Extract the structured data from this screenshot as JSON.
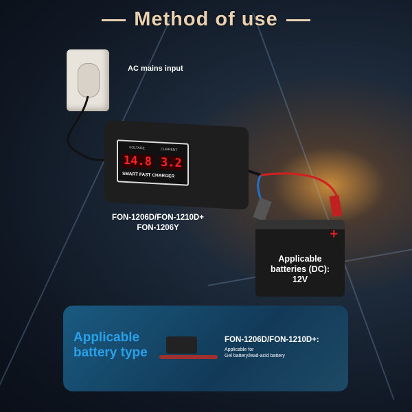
{
  "title": "Method of use",
  "labels": {
    "ac_input": "AC mains input",
    "models": [
      "FON-1206D/FON-1210D+",
      "FON-1206Y"
    ],
    "applicable_batteries": [
      "Applicable",
      "batteries (DC):",
      "12V"
    ]
  },
  "charger": {
    "voltage_label": "VOLTAGE",
    "current_label": "CURRENT",
    "voltage": "14.8",
    "current": "3.2",
    "brand": "SMART FAST CHARGER"
  },
  "card": {
    "heading": [
      "Applicable",
      "battery type"
    ],
    "model": "FON-1206D/FON-1210D+:",
    "desc": [
      "Applicable for",
      "Gel battery/lead-acid battery"
    ]
  },
  "colors": {
    "title": "#e8d0b0",
    "card_heading": "#2aa0e8",
    "wire_red": "#d02020",
    "wire_blue": "#2070d0"
  }
}
